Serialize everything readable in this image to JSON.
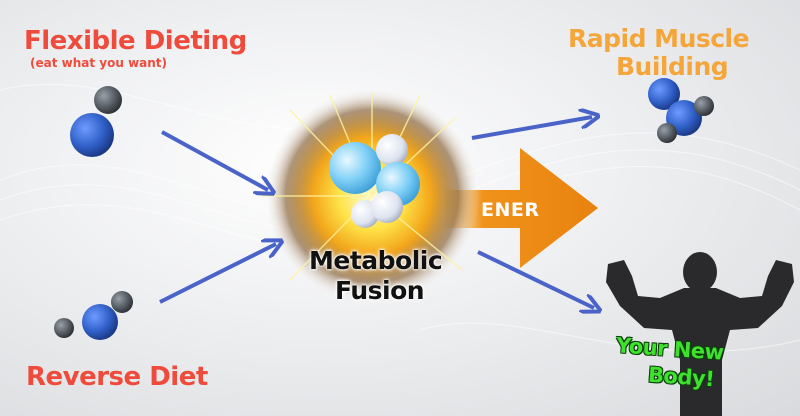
{
  "inputs": {
    "flexible_title": "Flexible Dieting",
    "flexible_subtitle": "(eat what you want)",
    "reverse_title": "Reverse Diet"
  },
  "center": {
    "line1": "Metabolic",
    "line2": "Fusion"
  },
  "energy_label": "ENER",
  "outputs": {
    "rapid_line1": "Rapid Muscle",
    "rapid_line2": "Building",
    "body_line1": "Your New",
    "body_line2": "Body!"
  },
  "colors": {
    "label_red": "#ef4b3c",
    "label_orange": "#f4a63a",
    "label_green": "#3fe02e",
    "arrow_blue": "#4a63c9",
    "energy_orange": "#f0921a",
    "molecule_blue": "#2f5fc7",
    "molecule_gray": "#555b63"
  },
  "icons": {
    "molecule": "molecule-icon",
    "fusion": "fusion-burst-icon",
    "silhouette": "bodybuilder-silhouette-icon",
    "arrow": "arrow-icon"
  }
}
